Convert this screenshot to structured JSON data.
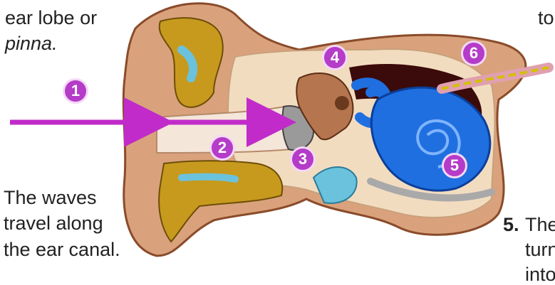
{
  "labels": {
    "top_left_line1": "ear lobe or",
    "top_left_line2": "pinna.",
    "top_right_fragment": "to",
    "left_bottom_line1": "The waves",
    "left_bottom_line2": "travel along",
    "left_bottom_line3": "the ear canal.",
    "bottom_right_number": "5.",
    "bottom_right_line1": "The",
    "bottom_right_line2": "turn",
    "bottom_right_line3": "into"
  },
  "markers": [
    "1",
    "2",
    "3",
    "4",
    "5",
    "6"
  ],
  "colors": {
    "marker": "#b43cc8",
    "arrow": "#c12bc9",
    "outer_ear": "#d9a27c",
    "bone": "#f2dcc0",
    "canal": "#c79a1e",
    "cochlea": "#1f6fe0",
    "ossicles": "#b5754e"
  }
}
